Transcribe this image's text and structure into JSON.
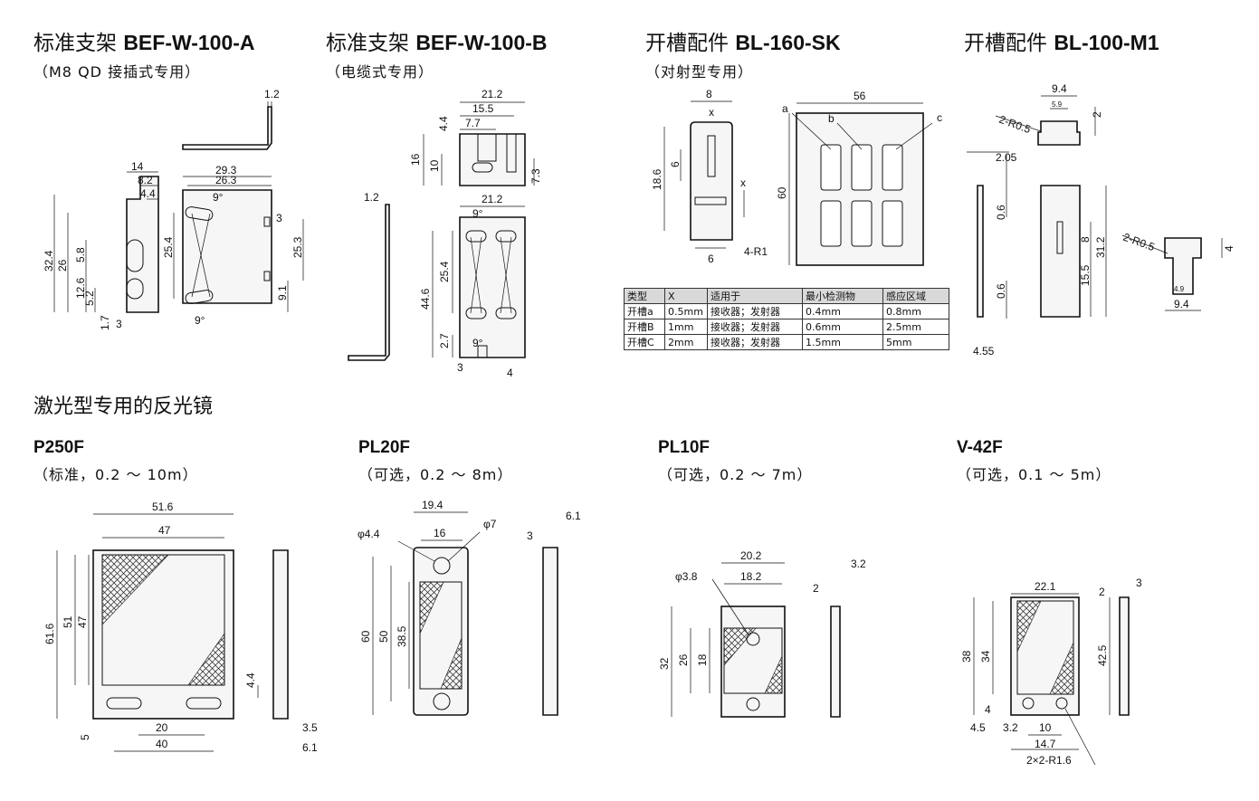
{
  "top": {
    "bracket_a": {
      "title_cn": "标准支架",
      "model": "BEF-W-100-A",
      "subtitle": "（M8 QD 接插式专用）"
    },
    "bracket_b": {
      "title_cn": "标准支架",
      "model": "BEF-W-100-B",
      "subtitle": "（电缆式专用）"
    },
    "slot_sk": {
      "title_cn": "开槽配件",
      "model": "BL-160-SK",
      "subtitle": "（对射型专用）"
    },
    "slot_m1": {
      "title_cn": "开槽配件",
      "model": "BL-100-M1"
    }
  },
  "dims": {
    "a": [
      "1.2",
      "14",
      "8.2",
      "4.4",
      "29.3",
      "26.3",
      "9°",
      "32.4",
      "26",
      "5.8",
      "12.6",
      "5.2",
      "1.7",
      "3",
      "25.4",
      "3",
      "25.3",
      "9.1",
      "9°"
    ],
    "b": [
      "21.2",
      "15.5",
      "7.7",
      "4.4",
      "16",
      "10",
      "7.3",
      "1.2",
      "21.2",
      "9°",
      "25.4",
      "44.6",
      "2.7",
      "9°",
      "3",
      "4"
    ],
    "sk": [
      "8",
      "x",
      "6",
      "18.6",
      "x",
      "6",
      "4-R1",
      "56",
      "a",
      "b",
      "c",
      "60"
    ],
    "m1": [
      "9.4",
      "5.9",
      "2",
      "2-R0.5",
      "2.05",
      "0.6",
      "8",
      "31.2",
      "15.5",
      "0.6",
      "4.55",
      "2-R0.5",
      "4",
      "4.9",
      "9.4"
    ]
  },
  "table": {
    "headers": [
      "类型",
      "X",
      "适用于",
      "最小检测物",
      "感应区域"
    ],
    "rows": [
      [
        "开槽a",
        "0.5mm",
        "接收器；发射器",
        "0.4mm",
        "0.8mm"
      ],
      [
        "开槽B",
        "1mm",
        "接收器；发射器",
        "0.6mm",
        "2.5mm"
      ],
      [
        "开槽C",
        "2mm",
        "接收器；发射器",
        "1.5mm",
        "5mm"
      ]
    ]
  },
  "section2": {
    "title": "激光型专用的反光镜"
  },
  "reflectors": {
    "p250f": {
      "model": "P250F",
      "range": "（标准，0.2 ～ 10m）",
      "dims": [
        "51.6",
        "47",
        "61.6",
        "51",
        "47",
        "4.4",
        "20",
        "40",
        "5",
        "3.5",
        "6.1"
      ]
    },
    "pl20f": {
      "model": "PL20F",
      "range": "（可选，0.2 ～ 8m）",
      "dims": [
        "19.4",
        "16",
        "φ4.4",
        "φ7",
        "60",
        "50",
        "38.5",
        "6.1",
        "3"
      ]
    },
    "pl10f": {
      "model": "PL10F",
      "range": "（可选，0.2 ～ 7m）",
      "dims": [
        "20.2",
        "18.2",
        "φ3.8",
        "32",
        "26",
        "18",
        "3.2",
        "2"
      ]
    },
    "v42f": {
      "model": "V-42F",
      "range": "（可选，0.1 ～ 5m）",
      "dims": [
        "22.1",
        "38",
        "34",
        "4",
        "4.5",
        "3.2",
        "10",
        "14.7",
        "2×2-R1.6",
        "42.5",
        "2",
        "3"
      ]
    }
  }
}
